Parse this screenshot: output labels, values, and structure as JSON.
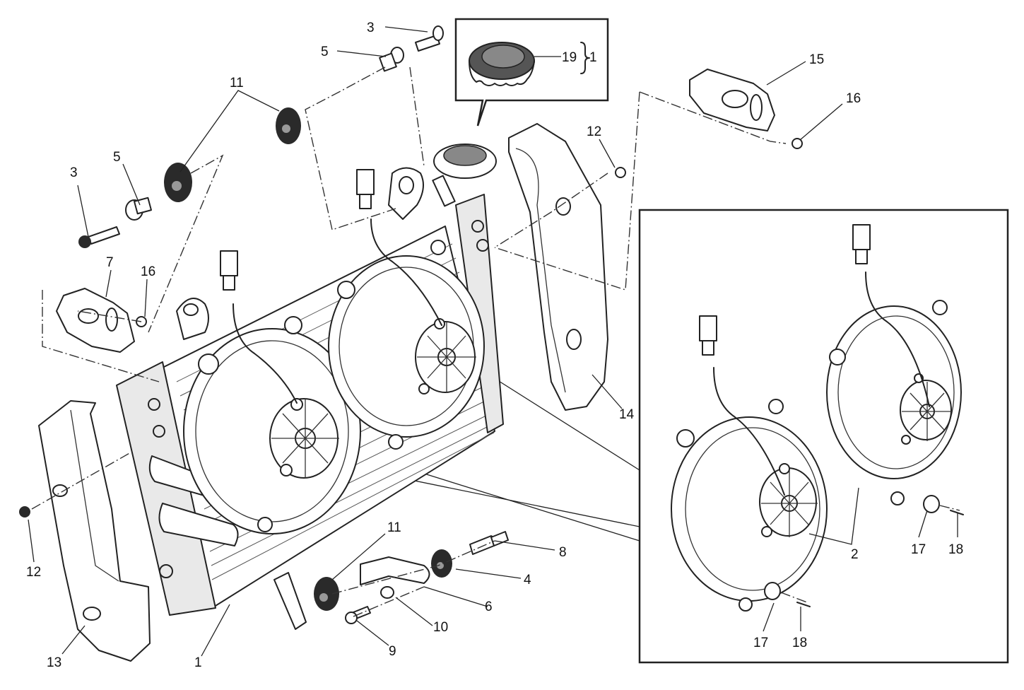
{
  "diagram": {
    "title": "Radiator and cooling fans exploded view",
    "inset_cap": {
      "callout": "19",
      "group_label": "1",
      "bracket": "}"
    },
    "callouts": [
      {
        "id": "c3a",
        "label": "3",
        "part": "screw"
      },
      {
        "id": "c5a",
        "label": "5",
        "part": "spacer bushing"
      },
      {
        "id": "c11a",
        "label": "11",
        "part": "rubber grommet"
      },
      {
        "id": "c3b",
        "label": "3",
        "part": "screw"
      },
      {
        "id": "c5b",
        "label": "5",
        "part": "spacer bushing"
      },
      {
        "id": "c7",
        "label": "7",
        "part": "bracket left"
      },
      {
        "id": "c16a",
        "label": "16",
        "part": "screw"
      },
      {
        "id": "c12a",
        "label": "12",
        "part": "screw"
      },
      {
        "id": "c15",
        "label": "15",
        "part": "bracket right"
      },
      {
        "id": "c16b",
        "label": "16",
        "part": "screw"
      },
      {
        "id": "c14",
        "label": "14",
        "part": "right side cover"
      },
      {
        "id": "c12b",
        "label": "12",
        "part": "screw"
      },
      {
        "id": "c13",
        "label": "13",
        "part": "left side cover"
      },
      {
        "id": "c1",
        "label": "1",
        "part": "radiator"
      },
      {
        "id": "c11b",
        "label": "11",
        "part": "rubber grommet"
      },
      {
        "id": "c8",
        "label": "8",
        "part": "spacer stud"
      },
      {
        "id": "c4",
        "label": "4",
        "part": "rubber grommet"
      },
      {
        "id": "c6",
        "label": "6",
        "part": "lower support bracket"
      },
      {
        "id": "c10",
        "label": "10",
        "part": "washer"
      },
      {
        "id": "c9",
        "label": "9",
        "part": "screw"
      },
      {
        "id": "c2",
        "label": "2",
        "part": "electric fan"
      },
      {
        "id": "c17a",
        "label": "17",
        "part": "rubber mount"
      },
      {
        "id": "c18a",
        "label": "18",
        "part": "screw"
      },
      {
        "id": "c17b",
        "label": "17",
        "part": "rubber mount"
      },
      {
        "id": "c18b",
        "label": "18",
        "part": "screw"
      }
    ]
  }
}
